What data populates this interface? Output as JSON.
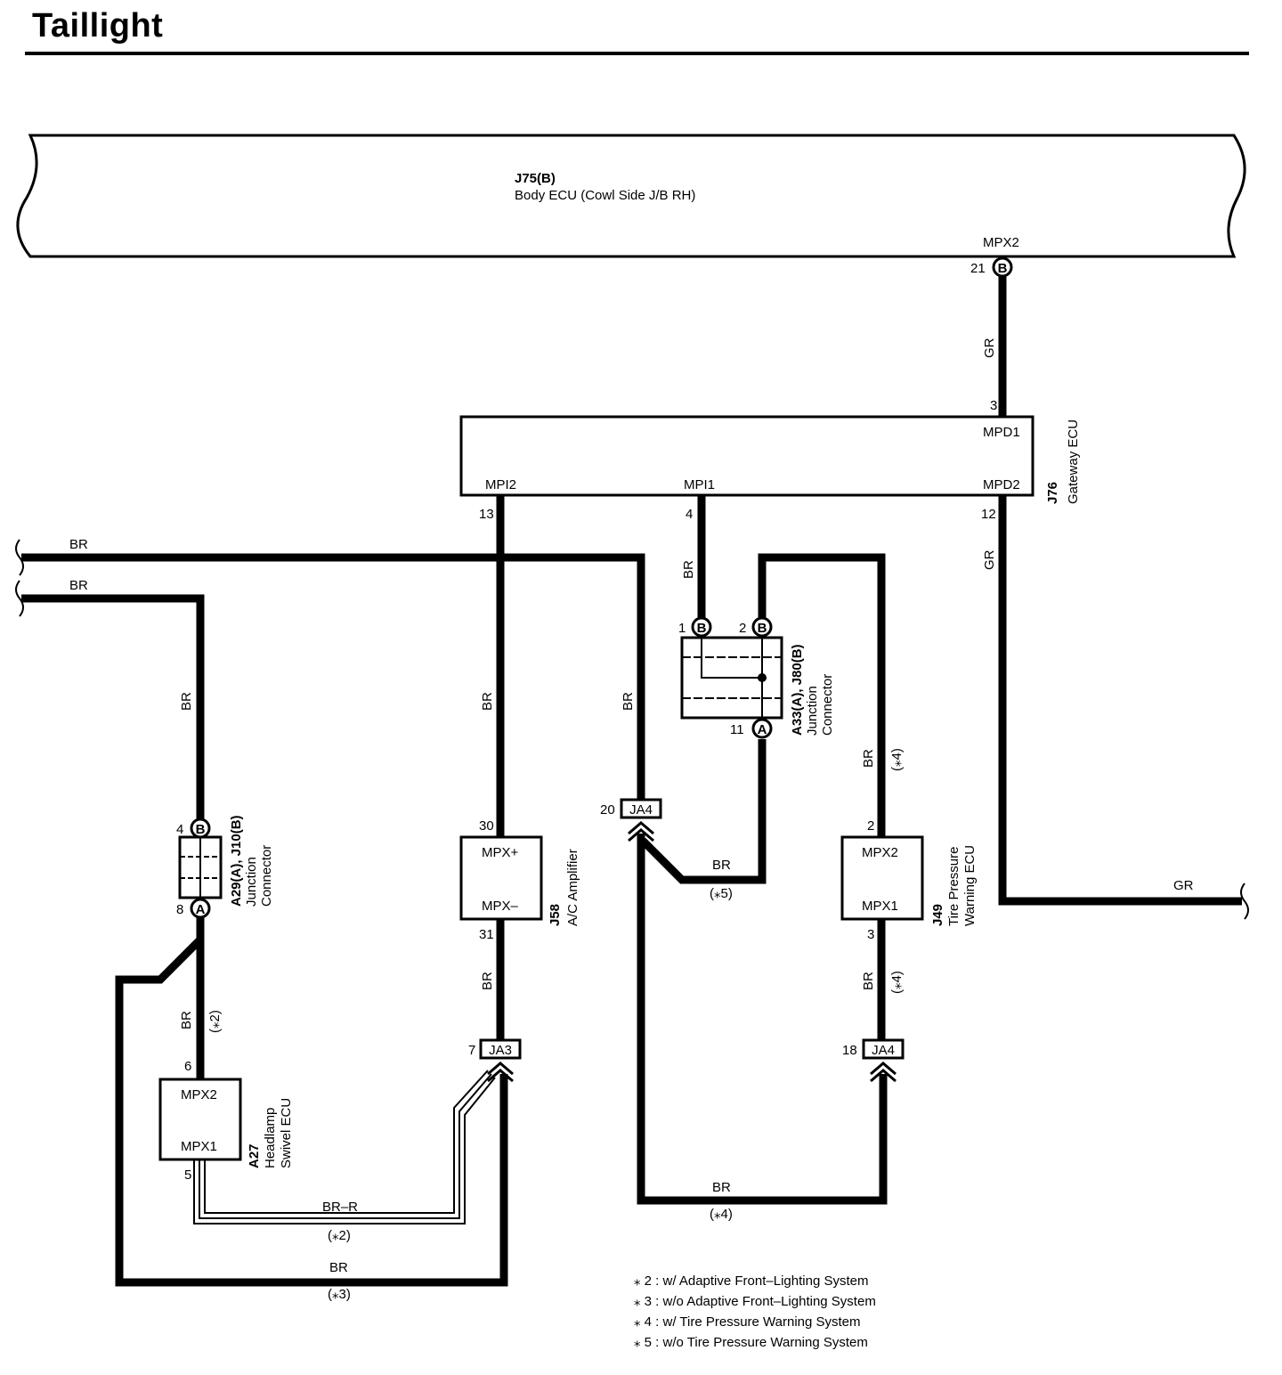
{
  "title": "Taillight",
  "ecu_body": {
    "code": "J75(B)",
    "name": "Body ECU (Cowl Side J/B RH)",
    "pin_label": "MPX2",
    "pin": "21",
    "conn": "B"
  },
  "gateway": {
    "code": "J76",
    "name": "Gateway ECU",
    "mpd1": "MPD1",
    "mpd2": "MPD2",
    "mpi1": "MPI1",
    "mpi2": "MPI2",
    "pin_mpd1": "3",
    "pin_mpd2": "12",
    "pin_mpi1": "4",
    "pin_mpi2": "13"
  },
  "jc_left": {
    "code": "A29(A), J10(B)",
    "name1": "Junction",
    "name2": "Connector",
    "pin_top": "4",
    "pin_bot": "8",
    "conn_top": "B",
    "conn_bot": "A"
  },
  "jc_right": {
    "code": "A33(A), J80(B)",
    "name1": "Junction",
    "name2": "Connector",
    "pin1": "1",
    "pin2": "2",
    "pin11": "11",
    "conn1": "B",
    "conn2": "B",
    "conn11": "A"
  },
  "ac_amp": {
    "code": "J58",
    "name": "A/C Amplifier",
    "mpxp": "MPX+",
    "mpxm": "MPX–",
    "pin_top": "30",
    "pin_bot": "31"
  },
  "tpw": {
    "code": "J49",
    "name1": "Tire Pressure",
    "name2": "Warning ECU",
    "mpx2": "MPX2",
    "mpx1": "MPX1",
    "pin_top": "2",
    "pin_bot": "3"
  },
  "headlamp": {
    "code": "A27",
    "name1": "Headlamp",
    "name2": "Swivel ECU",
    "mpx2": "MPX2",
    "mpx1": "MPX1",
    "pin_top": "6",
    "pin_bot": "5"
  },
  "ja4_left": {
    "label": "JA4",
    "pin": "20"
  },
  "ja3": {
    "label": "JA3",
    "pin": "7"
  },
  "ja4_right": {
    "label": "JA4",
    "pin": "18"
  },
  "wires": {
    "gr": "GR",
    "br": "BR",
    "brr": "BR–R",
    "n2": "(⁎2)",
    "n3": "(⁎3)",
    "n4": "(⁎4)",
    "n5": "(⁎5)"
  },
  "legend": [
    "⁎ 2 : w/ Adaptive Front–Lighting System",
    "⁎ 3 : w/o Adaptive Front–Lighting System",
    "⁎ 4 : w/ Tire Pressure Warning System",
    "⁎ 5 : w/o Tire Pressure Warning System"
  ]
}
